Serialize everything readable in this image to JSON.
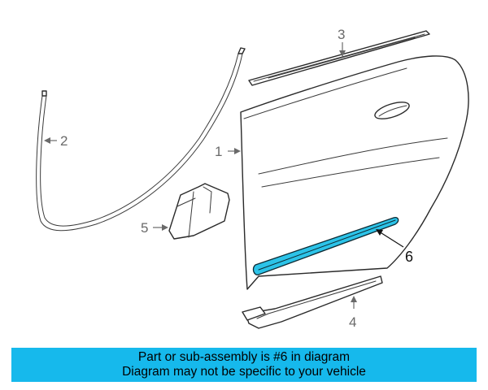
{
  "diagram": {
    "callouts": {
      "c1": "1",
      "c2": "2",
      "c3": "3",
      "c4": "4",
      "c5": "5",
      "c6": "6"
    },
    "highlight_color": "#2cc3e8"
  },
  "banner": {
    "line1": "Part or sub-assembly is #6 in diagram",
    "line2": "Diagram may not be specific to your vehicle",
    "background": "#16b9ec"
  }
}
